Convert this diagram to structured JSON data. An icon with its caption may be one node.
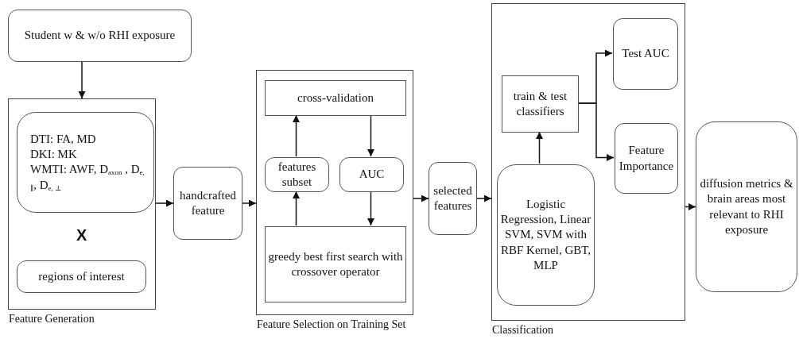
{
  "diagram": {
    "nodes": [
      {
        "text": [
          "Student w & w/o RHI exposure"
        ]
      },
      {
        "text": [
          "Feature Generation"
        ]
      },
      {
        "text": [
          "DTI: FA, MD",
          "DKI: MK",
          "WMTI: AWF, D$_{axon}$ , D$_{e, ∥}$, D$_{e, ⊥}$"
        ],
        "in": 1
      },
      {
        "text": [
          "regions of interest"
        ],
        "in": 1
      },
      {
        "text": [
          "handcrafted feature"
        ]
      },
      {
        "text": [
          "Feature Selection on Training Set"
        ]
      },
      {
        "text": [
          "cross-validation"
        ],
        "in": 5
      },
      {
        "text": [
          "features subset"
        ],
        "in": 5
      },
      {
        "text": [
          "AUC"
        ],
        "in": 5
      },
      {
        "text": [
          "greedy best first search with crossover operator"
        ],
        "in": 5
      },
      {
        "text": [
          "selected features"
        ]
      },
      {
        "text": [
          "Classification"
        ]
      },
      {
        "text": [
          "train & test classifiers"
        ],
        "in": 11
      },
      {
        "text": [
          "Test AUC"
        ],
        "in": 11
      },
      {
        "text": [
          "Feature Importance"
        ],
        "in": 11
      },
      {
        "text": [
          "Logistic Regression, Linear SVM, SVM with RBF Kernel, GBT, MLP"
        ],
        "in": 11
      },
      {
        "text": [
          "diffusion metrics & brain areas most relevant to RHI exposure"
        ]
      }
    ],
    "edges": [
      {
        "from": 0,
        "to": 1,
        "arrow": "to"
      },
      {
        "from": 1,
        "to": 4,
        "arrow": "to"
      },
      {
        "from": 4,
        "to": 5,
        "arrow": "to"
      },
      {
        "from": 9,
        "to": 7,
        "arrow": "to"
      },
      {
        "from": 7,
        "to": 6,
        "arrow": "to"
      },
      {
        "from": 6,
        "to": 8,
        "arrow": "to"
      },
      {
        "from": 8,
        "to": 9,
        "arrow": "to"
      },
      {
        "from": 5,
        "to": 10,
        "arrow": "to"
      },
      {
        "from": 10,
        "to": 11,
        "arrow": "to"
      },
      {
        "from": 15,
        "to": 12,
        "arrow": "to"
      },
      {
        "from": 12,
        "to": 13,
        "arrow": "to"
      },
      {
        "from": 12,
        "to": 14,
        "arrow": "to"
      },
      {
        "from": 11,
        "to": 16,
        "arrow": "to"
      }
    ],
    "labels": [
      "X"
    ]
  }
}
